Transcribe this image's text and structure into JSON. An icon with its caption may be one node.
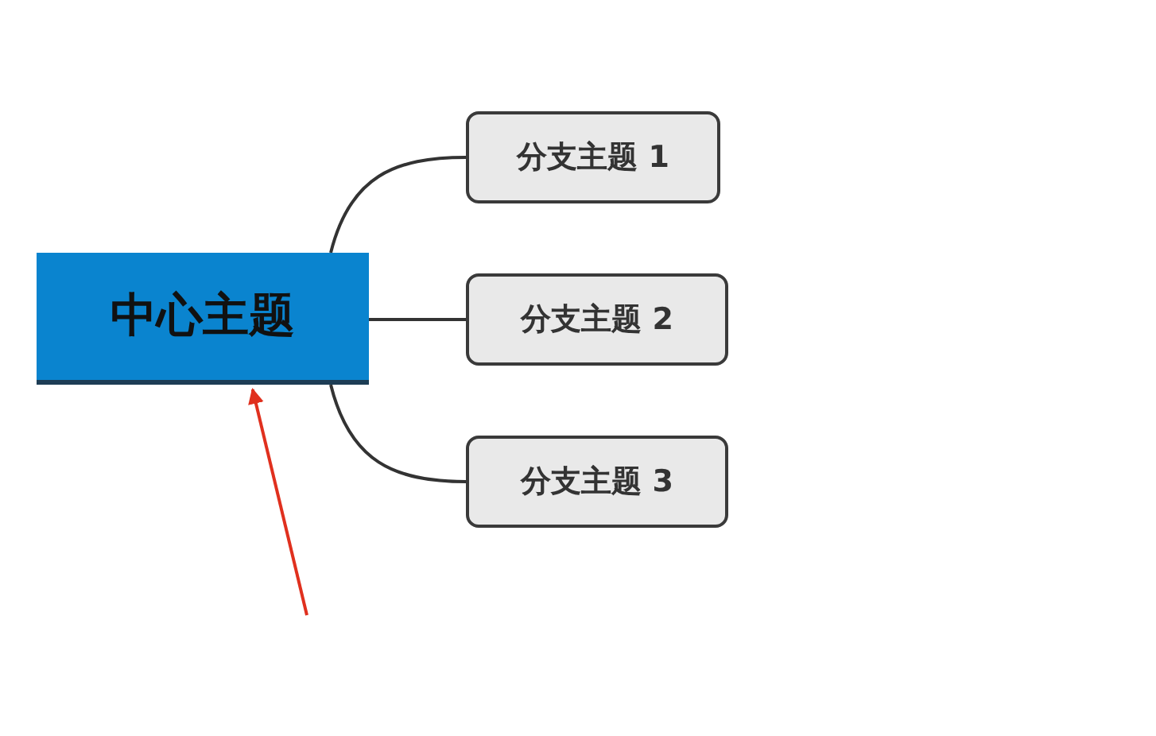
{
  "diagram": {
    "nodes": [
      {
        "text": [
          "中心主题"
        ]
      },
      {
        "text": [
          "分支主题 1"
        ]
      },
      {
        "text": [
          "分支主题 2"
        ]
      },
      {
        "text": [
          "分支主题 3"
        ]
      }
    ],
    "edges": [
      {
        "from": 0,
        "to": 1,
        "arrow": "none"
      },
      {
        "from": 0,
        "to": 2,
        "arrow": "none"
      },
      {
        "from": 0,
        "to": 3,
        "arrow": "none"
      },
      {
        "from": null,
        "to": 0,
        "arrow": "to",
        "color": "#e0301e"
      }
    ]
  }
}
